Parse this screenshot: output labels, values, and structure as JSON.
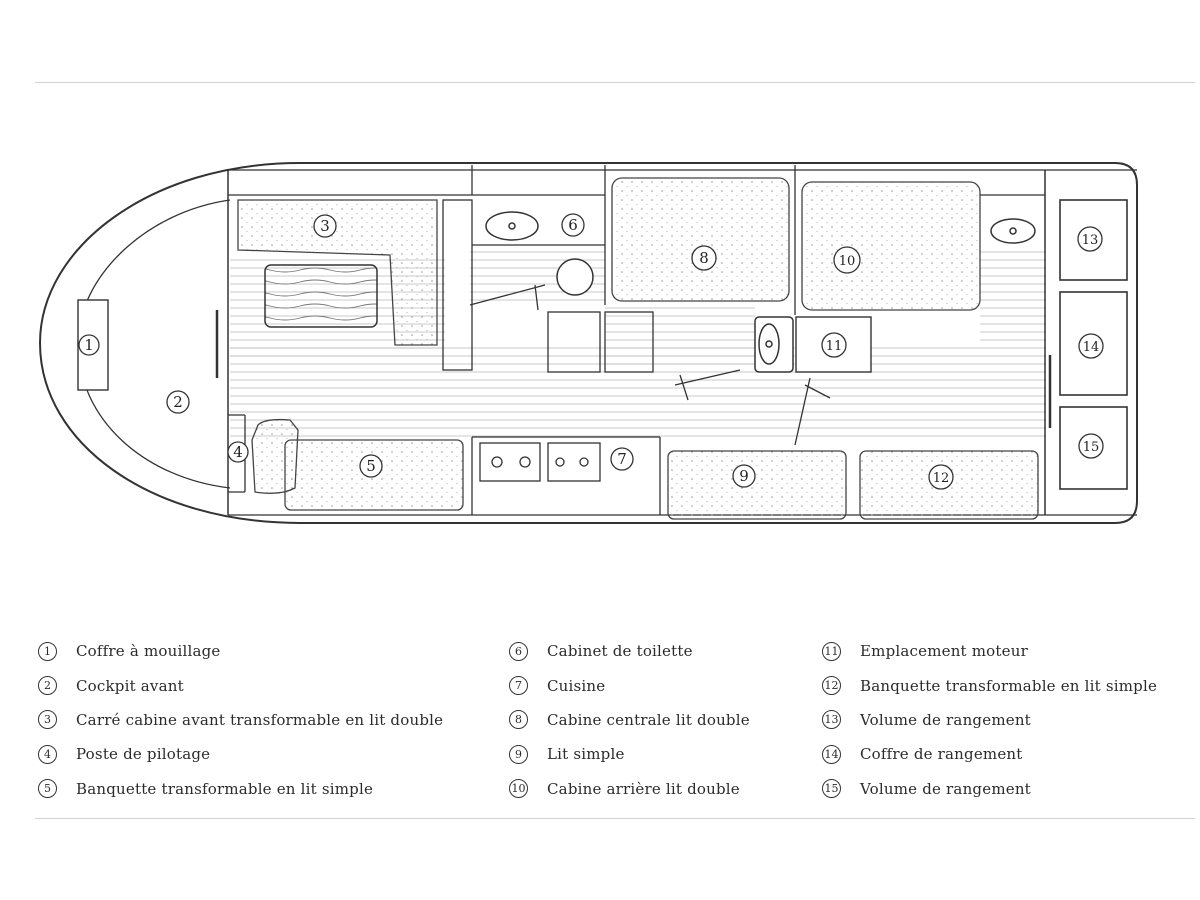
{
  "plan_labels": [
    "1",
    "2",
    "3",
    "4",
    "5",
    "6",
    "7",
    "8",
    "9",
    "10",
    "11",
    "12",
    "13",
    "14",
    "15"
  ],
  "legend": [
    {
      "num": "1",
      "text": "Coffre à mouillage"
    },
    {
      "num": "2",
      "text": "Cockpit avant"
    },
    {
      "num": "3",
      "text": "Carré cabine avant transformable en lit double"
    },
    {
      "num": "4",
      "text": "Poste de pilotage"
    },
    {
      "num": "5",
      "text": "Banquette transformable en lit simple"
    },
    {
      "num": "6",
      "text": "Cabinet de toilette"
    },
    {
      "num": "7",
      "text": "Cuisine"
    },
    {
      "num": "8",
      "text": "Cabine centrale lit double"
    },
    {
      "num": "9",
      "text": "Lit simple"
    },
    {
      "num": "10",
      "text": "Cabine arrière lit double"
    },
    {
      "num": "11",
      "text": "Emplacement moteur"
    },
    {
      "num": "12",
      "text": "Banquette transformable en lit simple"
    },
    {
      "num": "13",
      "text": "Volume de rangement"
    },
    {
      "num": "14",
      "text": "Coffre de rangement"
    },
    {
      "num": "15",
      "text": "Volume de rangement"
    }
  ]
}
